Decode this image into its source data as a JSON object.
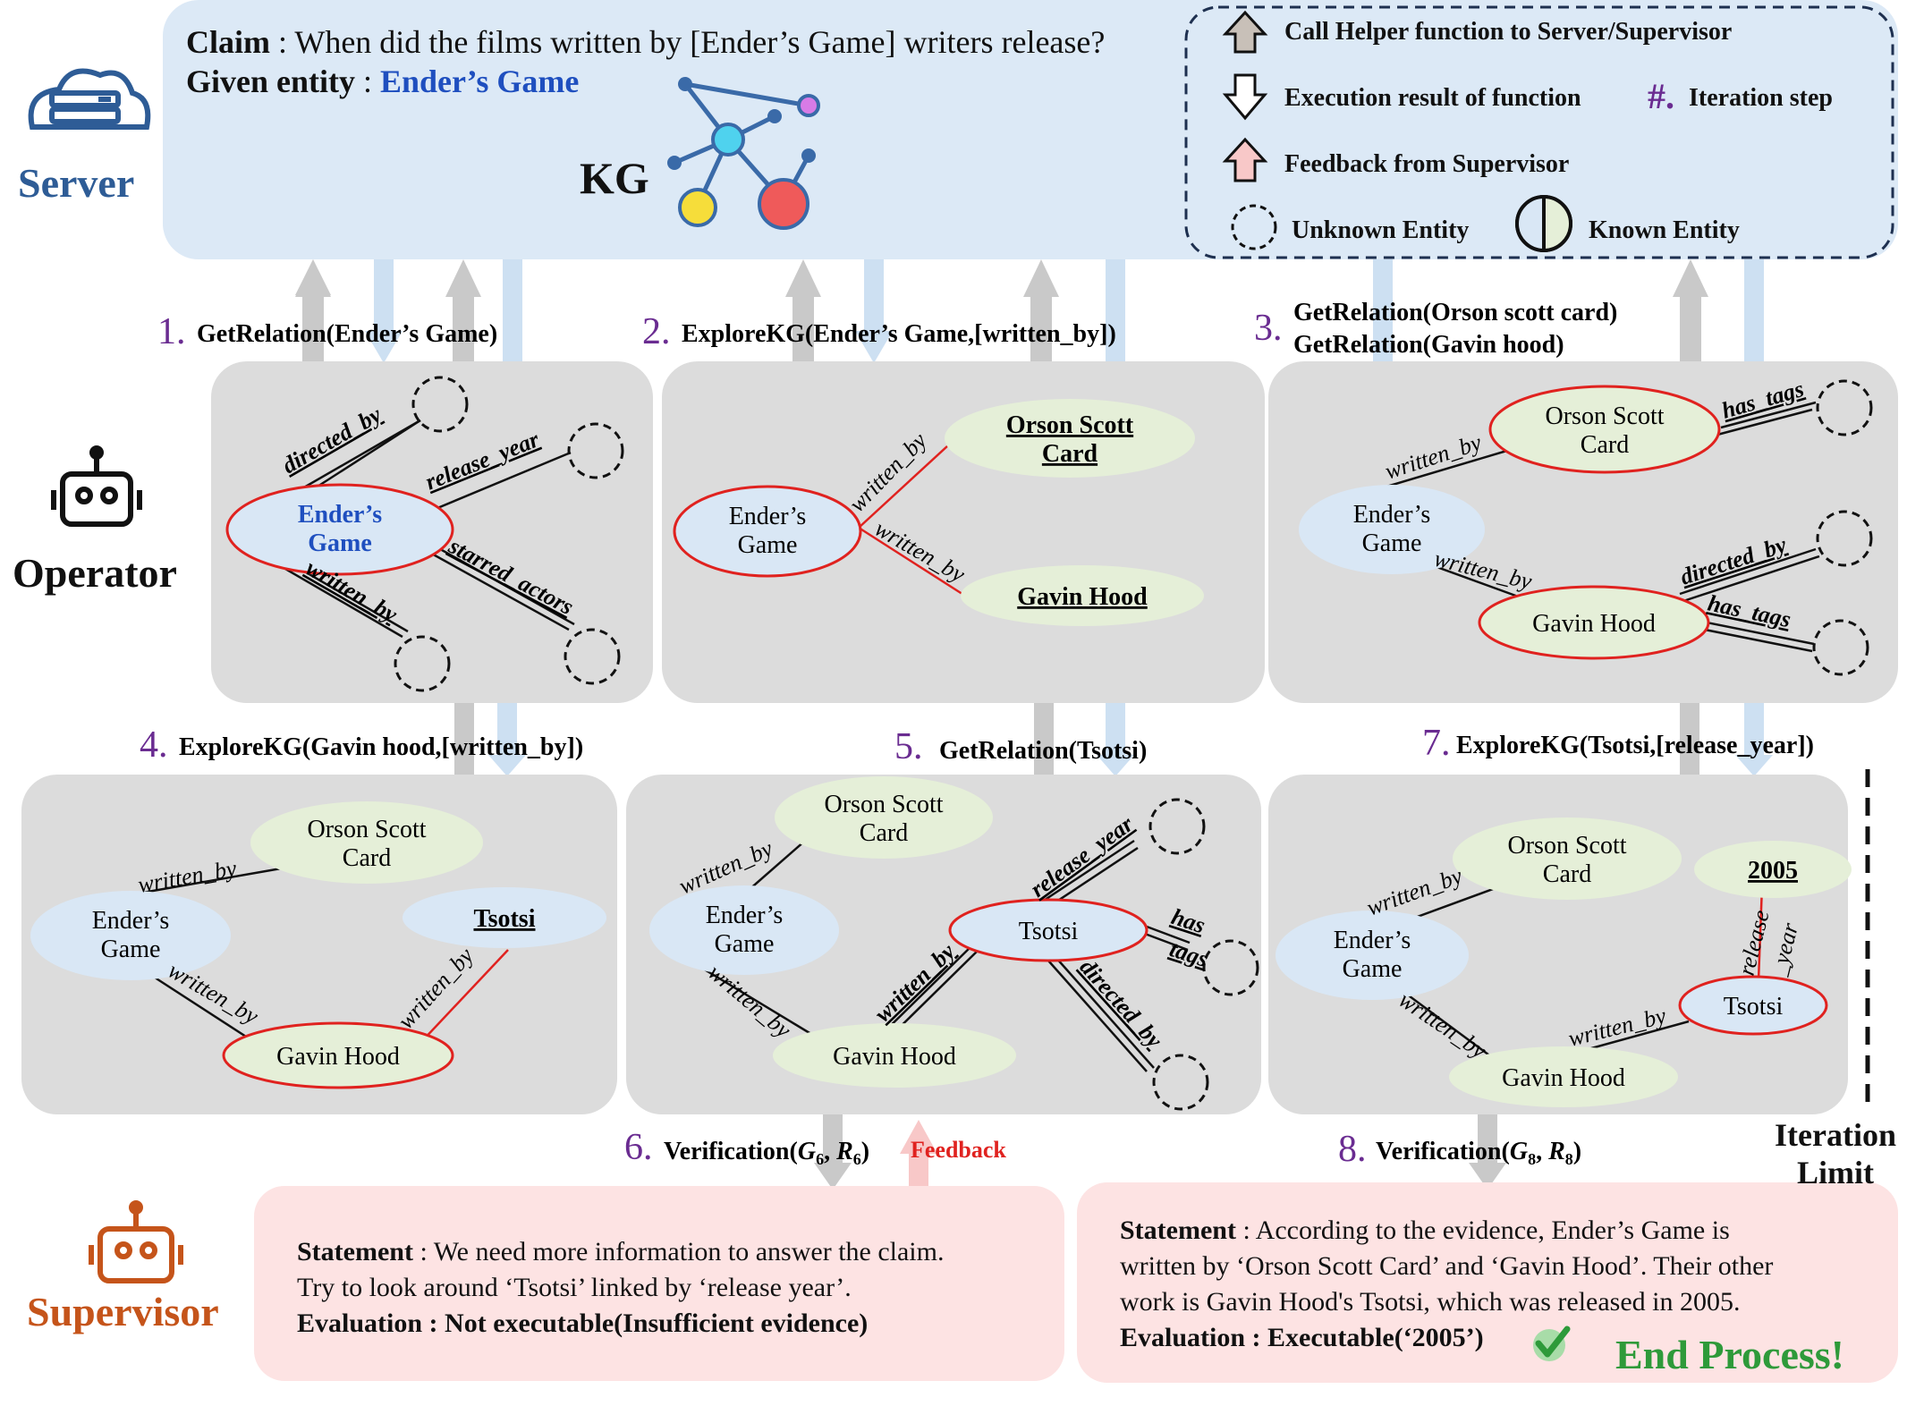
{
  "server": {
    "label": "Server",
    "claim_key": "Claim",
    "claim_text": " : When did the films written by [Ender’s Game] writers release?",
    "entity_key": "Given entity",
    "entity_sep": " : ",
    "entity_value": "Ender’s Game",
    "kg_label": "KG"
  },
  "legend": {
    "call_helper": "Call Helper function to Server/Supervisor",
    "execution_result": "Execution result of function",
    "iteration_symbol": "#.",
    "iteration_step": "Iteration step",
    "feedback": "Feedback from Supervisor",
    "unknown_entity": "Unknown Entity",
    "known_entity": "Known Entity"
  },
  "roles": {
    "operator": "Operator",
    "supervisor": "Supervisor"
  },
  "steps": [
    {
      "num": "1.",
      "text": "GetRelation(Ender’s Game)"
    },
    {
      "num": "2.",
      "text": "ExploreKG(Ender’s Game,[written_by])"
    },
    {
      "num": "3.",
      "text": "GetRelation(Orson scott card)",
      "text2": "GetRelation(Gavin hood)"
    },
    {
      "num": "4.",
      "text": "ExploreKG(Gavin hood,[written_by])"
    },
    {
      "num": "5.",
      "text": "GetRelation(Tsotsi)"
    },
    {
      "num": "6.",
      "text": "Verification(",
      "sub1": "G",
      "sub1i": "6",
      "sep": ", ",
      "sub2": "R",
      "sub2i": "6",
      "close": ")"
    },
    {
      "num": "7.",
      "text": "ExploreKG(Tsotsi,[release_year])"
    },
    {
      "num": "8.",
      "text": "Verification(",
      "sub1": "G",
      "sub1i": "8",
      "sep": ", ",
      "sub2": "R",
      "sub2i": "8",
      "close": ")"
    }
  ],
  "feedback_label": "Feedback",
  "iteration_limit": [
    "Iteration",
    "Limit"
  ],
  "panels": {
    "p1": {
      "center_line1": "Ender’s",
      "center_line2": "Game",
      "edges": [
        "directed_by",
        "release_year",
        "starred_actors",
        "written_by"
      ]
    },
    "p2": {
      "center_line1": "Ender’s",
      "center_line2": "Game",
      "node_orson_1": "Orson Scott",
      "node_orson_2": "Card",
      "node_gavin": "Gavin Hood",
      "edges": [
        "written_by",
        "written_by"
      ]
    },
    "p3": {
      "center_line1": "Ender’s",
      "center_line2": "Game",
      "node_orson_1": "Orson Scott",
      "node_orson_2": "Card",
      "node_gavin": "Gavin Hood",
      "edges": [
        "written_by",
        "written_by",
        "has_tags",
        "directed_by",
        "has_tags"
      ]
    },
    "p4": {
      "center_line1": "Ender’s",
      "center_line2": "Game",
      "node_orson_1": "Orson Scott",
      "node_orson_2": "Card",
      "node_gavin": "Gavin Hood",
      "node_tsotsi": "Tsotsi",
      "edges": [
        "written_by",
        "written_by",
        "written_by"
      ]
    },
    "p5": {
      "center_line1": "Ender’s",
      "center_line2": "Game",
      "node_orson_1": "Orson Scott",
      "node_orson_2": "Card",
      "node_gavin": "Gavin Hood",
      "node_tsotsi": "Tsotsi",
      "edges": [
        "written_by",
        "written_by",
        "written_by",
        "release_year",
        "has",
        "tags",
        "directed_by"
      ]
    },
    "p7": {
      "center_line1": "Ender’s",
      "center_line2": "Game",
      "node_orson_1": "Orson Scott",
      "node_orson_2": "Card",
      "node_gavin": "Gavin Hood",
      "node_tsotsi": "Tsotsi",
      "node_year": "2005",
      "edges": [
        "written_by",
        "written_by",
        "written_by",
        "release",
        "_year"
      ]
    }
  },
  "supervisor_left": {
    "statement_key": "Statement",
    "statement_line1": " : We need more information to answer the claim.",
    "statement_line2": "Try to look around ‘Tsotsi’ linked by ‘release year’.",
    "evaluation_key": "Evaluation",
    "evaluation_value": " : Not executable(Insufficient evidence)"
  },
  "supervisor_right": {
    "statement_key": "Statement",
    "statement_line1": " :  According to the evidence, Ender’s Game is",
    "statement_line2": "written by ‘Orson Scott Card’ and ‘Gavin Hood’. Their other",
    "statement_line3": "work is Gavin Hood's Tsotsi, which was released in 2005.",
    "evaluation_key": "Evaluation",
    "evaluation_value": " : Executable(‘2005’)",
    "end_process": "End Process!"
  },
  "colors": {
    "server_bg": "#dce9f6",
    "panel_bg": "#dcdcdc",
    "supervisor_bg": "#fde3e3",
    "known_blue": "#d9e7f5",
    "known_green": "#e5efd8",
    "highlight_red": "#e0221f",
    "step_purple": "#6a2c91",
    "server_label": "#2e5c96",
    "supervisor_label": "#c5541a",
    "entity_blue": "#1f4fbf",
    "end_green": "#2e9a3a"
  }
}
